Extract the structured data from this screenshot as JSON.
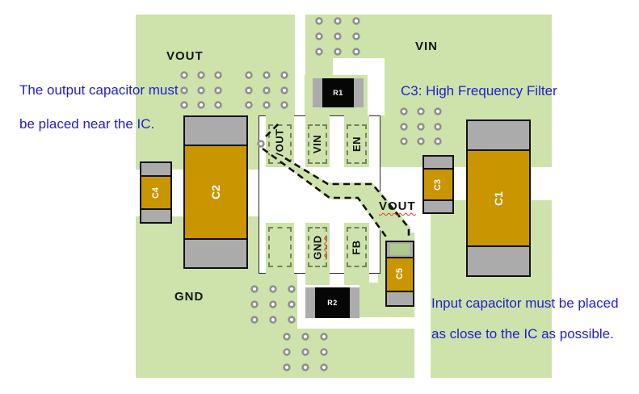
{
  "board": {
    "net_labels": {
      "vout_top": "VOUT",
      "vin": "VIN",
      "gnd": "GND",
      "vout_mid": "VOUT"
    },
    "ic_pins": {
      "top": [
        "VOUT",
        "VIN",
        "EN"
      ],
      "bottom": [
        "",
        "GND",
        "FB"
      ]
    },
    "components": {
      "c1": "C1",
      "c2": "C2",
      "c3": "C3",
      "c4": "C4",
      "c5": "C5",
      "r1": "R1",
      "r2": "R2"
    }
  },
  "annotations": {
    "output_cap_line1": "The output capacitor must",
    "output_cap_line2": "be placed near the IC.",
    "c3_note": "C3: High Frequency Filter",
    "input_cap_line1": "Input capacitor must be placed",
    "input_cap_line2": "as close to the IC as possible."
  },
  "colors": {
    "board_green": "#cde3ab",
    "capacitor_orange": "#c99500",
    "pad_gray": "#ababab",
    "resistor_black": "#060606",
    "annotation_blue": "#2121cd",
    "spellcheck_red": "#e23b2e"
  }
}
